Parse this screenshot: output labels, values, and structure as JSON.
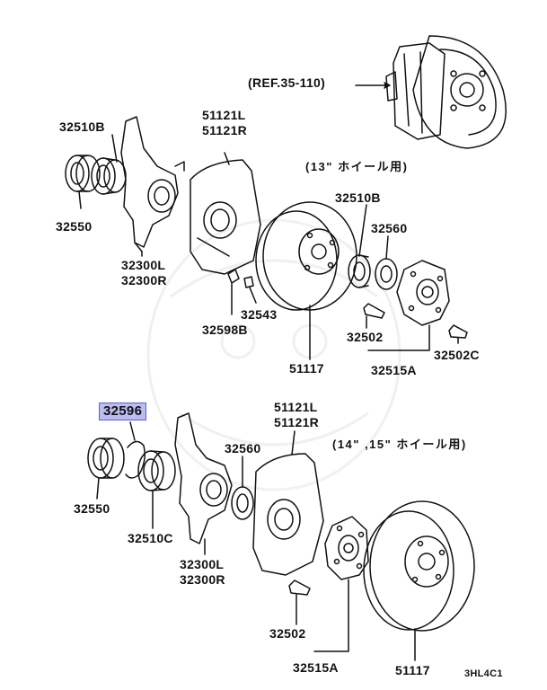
{
  "ref_label": "(REF.35-110)",
  "note_13": "(13\" ホイール用)",
  "note_14_15": "(14\" ,15\" ホイール用)",
  "code": "3HL4C1",
  "upper_labels": {
    "p32510B_left": "32510B",
    "p32550_left": "32550",
    "p51121L": "51121L",
    "p51121R": "51121R",
    "p32300L": "32300L",
    "p32300R": "32300R",
    "p32598B": "32598B",
    "p32543": "32543",
    "p51117": "51117",
    "p32510B_right": "32510B",
    "p32560": "32560",
    "p32502": "32502",
    "p32515A": "32515A",
    "p32502C": "32502C"
  },
  "lower_labels": {
    "p32596": "32596",
    "p32550": "32550",
    "p32510C": "32510C",
    "p32560": "32560",
    "p51121L": "51121L",
    "p51121R": "51121R",
    "p32300L": "32300L",
    "p32300R": "32300R",
    "p32502": "32502",
    "p32515A": "32515A",
    "p51117": "51117"
  },
  "highlight_color": "#b9bdf0"
}
